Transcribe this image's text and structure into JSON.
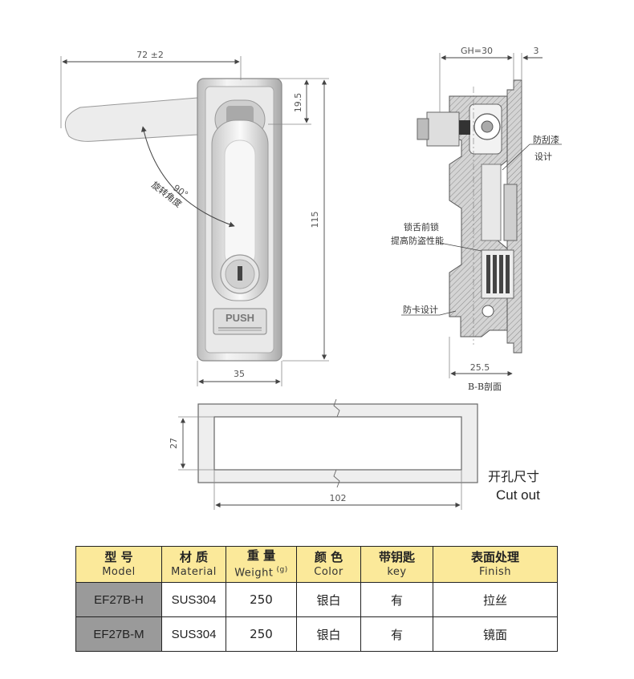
{
  "drawing": {
    "dims": {
      "width_overall": "72 ±2",
      "top_offset": "19.5",
      "height": "115",
      "body_width": "35",
      "rotation": "90°",
      "rotation_label": "旋转角度",
      "gh": "GH=30",
      "thickness": "3",
      "depth": "25.5",
      "cut_height": "27",
      "cut_width": "102"
    },
    "section_label": "B-B剖面",
    "callouts": {
      "scratch_line1": "防刮漆",
      "scratch_line2": "设计",
      "tongue_line1": "锁舌前锁",
      "tongue_line2": "提高防盗性能",
      "anti_jam": "防卡设计"
    },
    "push_label": "PUSH",
    "cutout_cn": "开孔尺寸",
    "cutout_en": "Cut out"
  },
  "table": {
    "headers": [
      {
        "cn": "型 号",
        "en": "Model"
      },
      {
        "cn": "材 质",
        "en": "Material"
      },
      {
        "cn": "重 量",
        "en": "Weight",
        "unit": "(g)"
      },
      {
        "cn": "颜 色",
        "en": "Color"
      },
      {
        "cn": "带钥匙",
        "en": "key"
      },
      {
        "cn": "表面处理",
        "en": "Finish"
      }
    ],
    "rows": [
      {
        "model": "EF27B-H",
        "material": "SUS304",
        "weight": "250",
        "color": "银白",
        "key": "有",
        "finish": "拉丝"
      },
      {
        "model": "EF27B-M",
        "material": "SUS304",
        "weight": "250",
        "color": "银白",
        "key": "有",
        "finish": "镜面"
      }
    ]
  },
  "colors": {
    "header_bg": "#fbe99a",
    "model_cell_bg": "#9a9a9a"
  }
}
